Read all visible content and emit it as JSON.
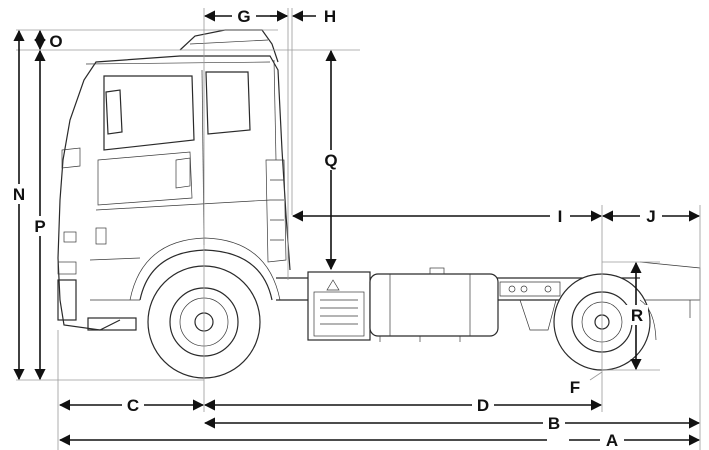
{
  "diagram": {
    "colors": {
      "ink": "#111111",
      "line": "#2a2a2a",
      "guide": "#9a9a9a",
      "background": "#ffffff"
    },
    "dimension_labels": {
      "A": "A",
      "B": "B",
      "C": "C",
      "D": "D",
      "F": "F",
      "G": "G",
      "H": "H",
      "I": "I",
      "J": "J",
      "N": "N",
      "O": "O",
      "P": "P",
      "Q": "Q",
      "R": "R"
    }
  }
}
